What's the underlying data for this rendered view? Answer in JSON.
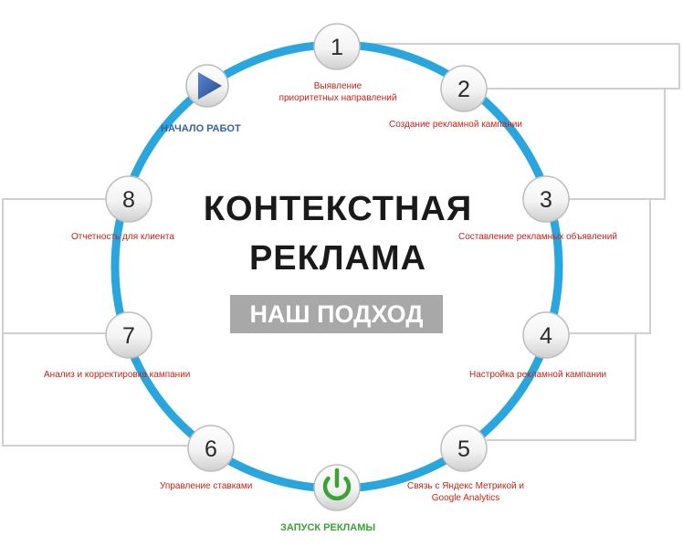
{
  "title": {
    "line1": "КОНТЕКСТНАЯ",
    "line2": "РЕКЛАМА",
    "approach": "НАШ ПОДХОД"
  },
  "start": {
    "label": "НАЧАЛО РАБОТ",
    "icon": "play-icon",
    "color": "#3560a8"
  },
  "launch": {
    "label": "ЗАПУСК РЕКЛАМЫ",
    "icon": "power-icon",
    "color": "#3aa335"
  },
  "ring_color": "#29a6dd",
  "label_color": "#cc1f16",
  "steps": [
    {
      "number": "1",
      "label_line1": "Выявление",
      "label_line2": "приоритетных направлений"
    },
    {
      "number": "2",
      "label_line1": "Создание рекламной кампании"
    },
    {
      "number": "3",
      "label_line1": "Составление рекламных объявлений"
    },
    {
      "number": "4",
      "label_line1": "Настройка рекламной кампании"
    },
    {
      "number": "5",
      "label_line1": "Связь с Яндекс Метрикой и",
      "label_line2": "Google Analytics"
    },
    {
      "number": "6",
      "label_line1": "Управление ставками"
    },
    {
      "number": "7",
      "label_line1": "Анализ и корректировка кампании"
    },
    {
      "number": "8",
      "label_line1": "Отчетность для клиента"
    }
  ]
}
